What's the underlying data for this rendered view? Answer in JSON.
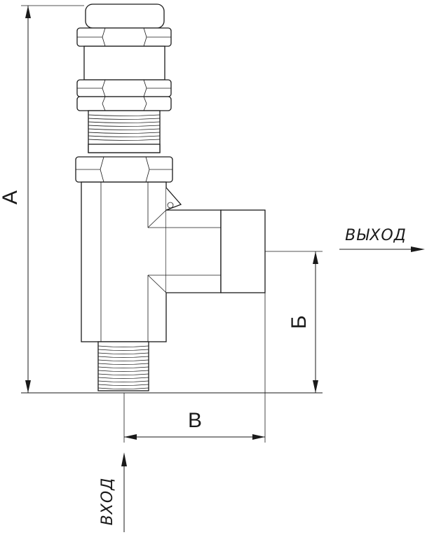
{
  "dimensions": {
    "a": "А",
    "b": "Б",
    "v": "В"
  },
  "flow": {
    "inlet": "ВХОД",
    "outlet": "ВЫХОД"
  }
}
